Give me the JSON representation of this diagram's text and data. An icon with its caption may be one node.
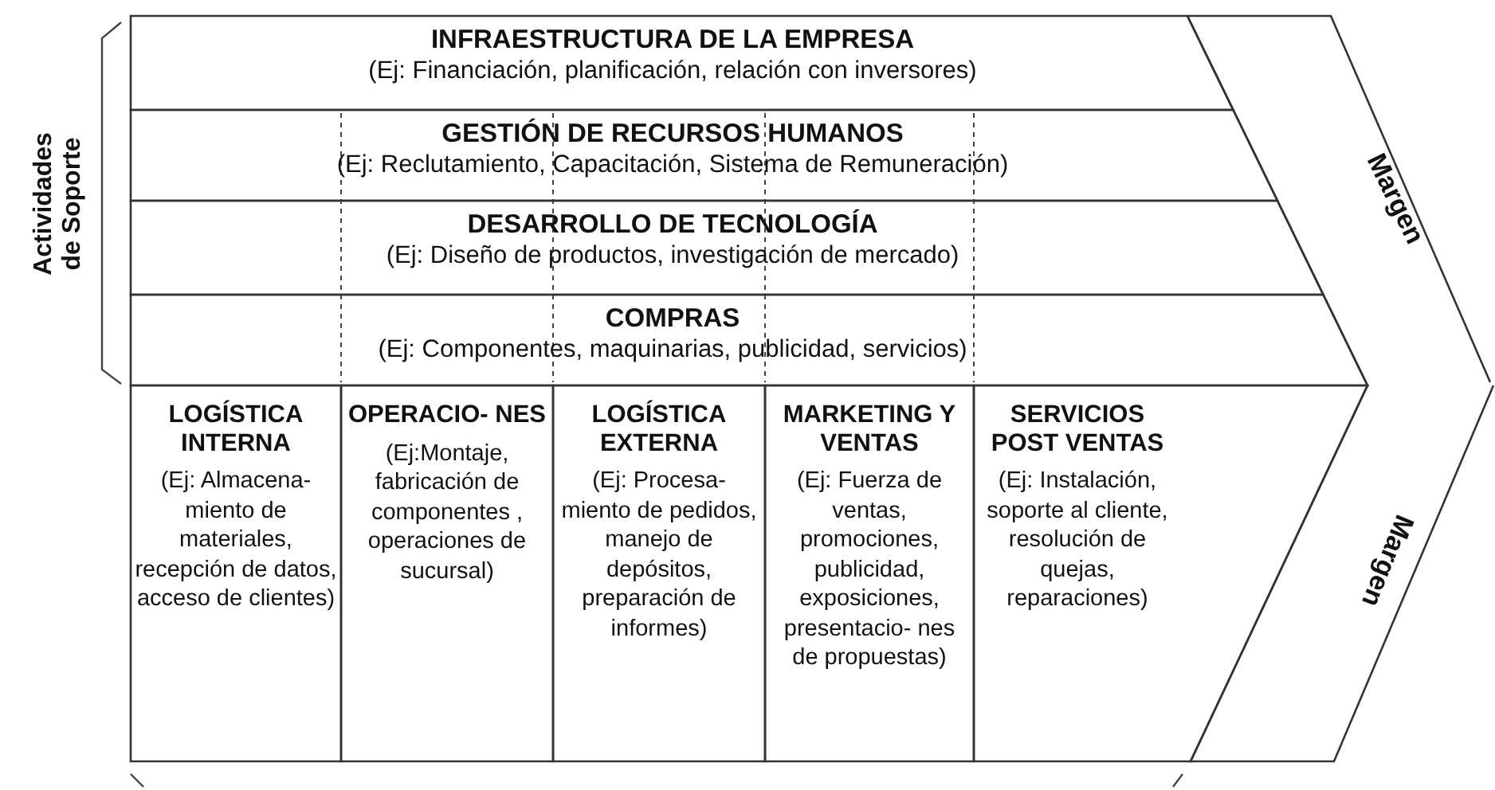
{
  "diagram": {
    "nodes": [
      {
        "text": [
          "INFRAESTRUCTURA DE LA EMPRESA",
          "(Ej: Financiación, planificación, relación con inversores)"
        ]
      },
      {
        "text": [
          "GESTIÓN DE RECURSOS HUMANOS",
          "(Ej: Reclutamiento, Capacitación, Sistema de Remuneración)"
        ]
      },
      {
        "text": [
          "DESARROLLO DE TECNOLOGÍA",
          "(Ej: Diseño de productos, investigación de mercado)"
        ]
      },
      {
        "text": [
          "COMPRAS",
          "(Ej: Componentes, maquinarias, publicidad, servicios)"
        ]
      },
      {
        "text": [
          "LOGÍSTICA INTERNA",
          "(Ej: Almacena- miento de materiales, recepción de datos, acceso de clientes)"
        ]
      },
      {
        "text": [
          "OPERACIO- NES",
          "(Ej:Montaje, fabricación de componentes , operaciones de sucursal)"
        ]
      },
      {
        "text": [
          "LOGÍSTICA EXTERNA",
          "(Ej: Procesa- miento de pedidos, manejo de depósitos, preparación de informes)"
        ]
      },
      {
        "text": [
          "MARKETING Y VENTAS",
          "(Ej: Fuerza de ventas, promociones, publicidad, exposiciones, presentacio- nes de propuestas)"
        ]
      },
      {
        "text": [
          "SERVICIOS POST VENTAS",
          "(Ej: Instalación, soporte al cliente, resolución de quejas, reparaciones)"
        ]
      },
      {
        "text": [
          "Margen"
        ]
      },
      {
        "text": [
          "Margen"
        ]
      }
    ],
    "edges": [],
    "labels": [
      "Actividades de Soporte"
    ]
  }
}
